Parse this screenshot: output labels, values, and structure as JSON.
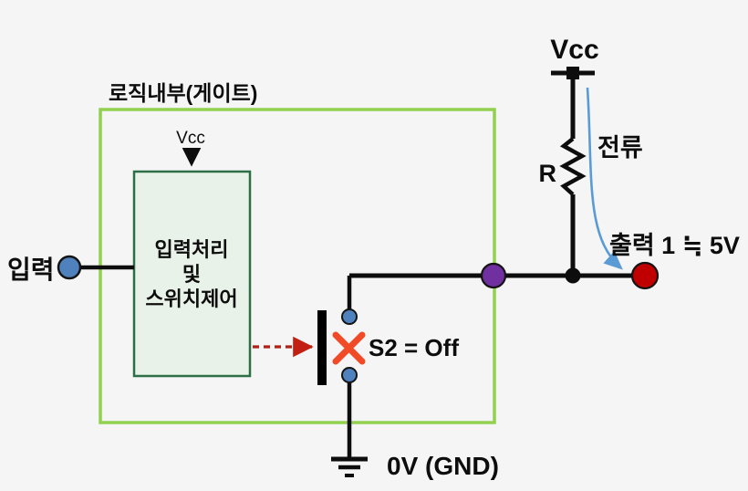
{
  "diagram": {
    "outer_box_title": "로직내부(게이트)",
    "labels": {
      "vcc_top": "Vcc",
      "vcc_inner": "Vcc",
      "current": "전류",
      "resistor": "R",
      "output": "출력 1 ≒ 5V",
      "input": "입력",
      "switch_state": "S2 = Off",
      "ground": "0V (GND)",
      "controller_line1": "입력처리",
      "controller_line2": "및",
      "controller_line3": "스위치제어"
    },
    "colors": {
      "background": "#f5f5f5",
      "outer_box_border": "#92d050",
      "inner_box_fill": "#e9f2e8",
      "inner_box_border": "#2c6e45",
      "wire": "#0d0d0d",
      "input_terminal_fill": "#4f81bd",
      "switch_contact_fill": "#4f81bd",
      "junction_purple_fill": "#7030a0",
      "junction_black_fill": "#0d0d0d",
      "output_terminal_fill": "#c00000",
      "current_text": "#c00000",
      "current_arrow": "#5b9bd5",
      "control_arrow": "#b02015",
      "switch_x": "#f04a26"
    }
  }
}
